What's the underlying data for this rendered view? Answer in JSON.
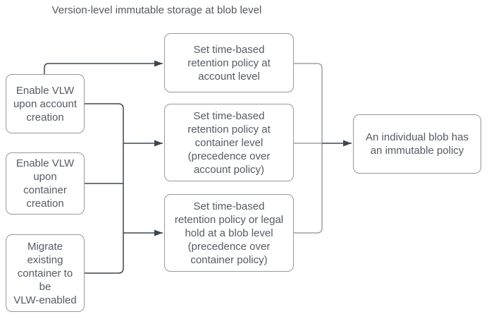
{
  "title": "Version-level immutable storage at blob level",
  "colors": {
    "background": "#FFFFFF",
    "box_fill": "#FFFFFF",
    "box_border": "#94999E",
    "connector_dark": "#3F464E",
    "connector_light": "#9EA3A8",
    "text": "#555B62"
  },
  "nodes": {
    "enable_vlw_account": {
      "label": "Enable VLW\nupon account\ncreation"
    },
    "enable_vlw_container": {
      "label": "Enable VLW\nupon\ncontainer\ncreation"
    },
    "migrate_existing": {
      "label": "Migrate\nexisting\ncontainer to\nbe\nVLW-enabled"
    },
    "retention_account": {
      "label": "Set time-based\nretention policy at\naccount level"
    },
    "retention_container": {
      "label": "Set time-based\nretention policy at\ncontainer level\n(precedence over\naccount policy)"
    },
    "retention_blob": {
      "label": "Set time-based\nretention policy or legal\nhold at a blob level\n(precedence over\ncontainer policy)"
    },
    "blob_immutable": {
      "label": "An individual blob has\nan immutable policy"
    }
  },
  "edges": [
    {
      "from": "enable_vlw_account",
      "to": "retention_account",
      "arrow": true
    },
    {
      "from": "enable_vlw_account",
      "to": "retention_container",
      "arrow": true,
      "via": "left-merge-bus"
    },
    {
      "from": "enable_vlw_container",
      "to": "retention_container",
      "arrow": true,
      "via": "left-merge-bus"
    },
    {
      "from": "enable_vlw_account",
      "to": "retention_blob",
      "arrow": true,
      "via": "left-merge-bus"
    },
    {
      "from": "enable_vlw_container",
      "to": "retention_blob",
      "arrow": true,
      "via": "left-merge-bus"
    },
    {
      "from": "migrate_existing",
      "to": "retention_blob",
      "arrow": true,
      "via": "left-merge-bus"
    },
    {
      "from": "retention_account",
      "to": "blob_immutable",
      "arrow": true,
      "via": "right-merge-bus"
    },
    {
      "from": "retention_container",
      "to": "blob_immutable",
      "arrow": true,
      "via": "right-merge-bus"
    },
    {
      "from": "retention_blob",
      "to": "blob_immutable",
      "arrow": true,
      "via": "right-merge-bus"
    }
  ]
}
